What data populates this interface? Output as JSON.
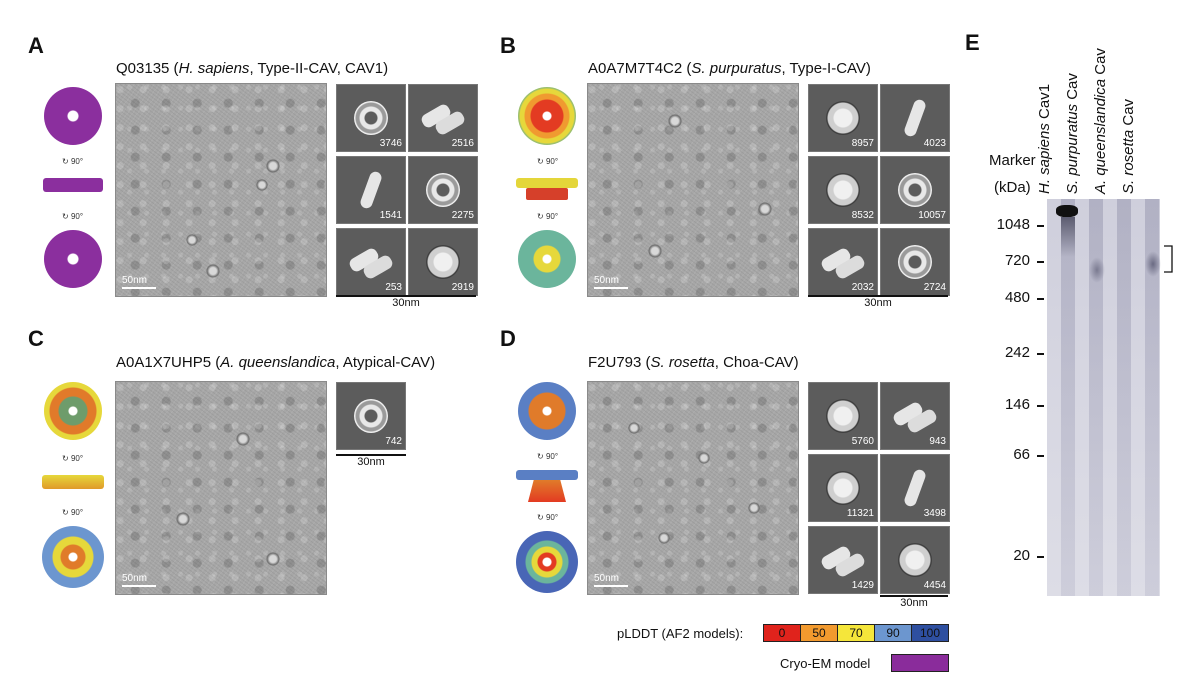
{
  "panels": {
    "A": {
      "letter": "A",
      "id": "Q03135",
      "species": "H. sapiens",
      "rest": ", Type-II-CAV, CAV1)",
      "counts": [
        "3746",
        "2516",
        "1541",
        "2275",
        "253",
        "2919"
      ],
      "scale_micro": "50nm",
      "scale_cls": "30nm",
      "rot1": "90°",
      "rot2": "90°"
    },
    "B": {
      "letter": "B",
      "id": "A0A7M7T4C2",
      "species": "S. purpuratus",
      "rest": ", Type-I-CAV)",
      "counts": [
        "8957",
        "4023",
        "8532",
        "10057",
        "2032",
        "2724"
      ],
      "scale_micro": "50nm",
      "scale_cls": "30nm",
      "rot1": "90°",
      "rot2": "90°"
    },
    "C": {
      "letter": "C",
      "id": "A0A1X7UHP5",
      "species": "A. queenslandica",
      "rest": ", Atypical-CAV)",
      "counts": [
        "742"
      ],
      "scale_micro": "50nm",
      "scale_cls": "30nm",
      "rot1": "90°",
      "rot2": "90°"
    },
    "D": {
      "letter": "D",
      "id": "F2U793",
      "species": "S. rosetta",
      "rest": ", Choa-CAV)",
      "counts": [
        "5760",
        "943",
        "11321",
        "3498",
        "1429",
        "4454"
      ],
      "scale_micro": "50nm",
      "scale_cls": "30nm",
      "rot1": "90°",
      "rot2": "90°"
    },
    "E": {
      "letter": "E"
    }
  },
  "gel": {
    "marker_label": "Marker",
    "unit_label": "(kDa)",
    "ticks": [
      "1048",
      "720",
      "480",
      "242",
      "146",
      "66",
      "20"
    ],
    "lanes": [
      {
        "species": "H. sapiens",
        "suffix": " Cav1"
      },
      {
        "species": "S. purpuratus",
        "suffix": " Cav"
      },
      {
        "species": "A. queenslandica",
        "suffix": " Cav"
      },
      {
        "species": "S. rosetta",
        "suffix": " Cav"
      }
    ]
  },
  "legend": {
    "plddt_label": "pLDDT (AF2 models):",
    "bins": [
      "0",
      "50",
      "70",
      "90",
      "100"
    ],
    "bin_colors": [
      "#e0231c",
      "#f29a2e",
      "#f5e63a",
      "#6c96cf",
      "#2e4fa0"
    ],
    "cryo_label": "Cryo-EM model",
    "cryo_color": "#8a2c9b"
  }
}
